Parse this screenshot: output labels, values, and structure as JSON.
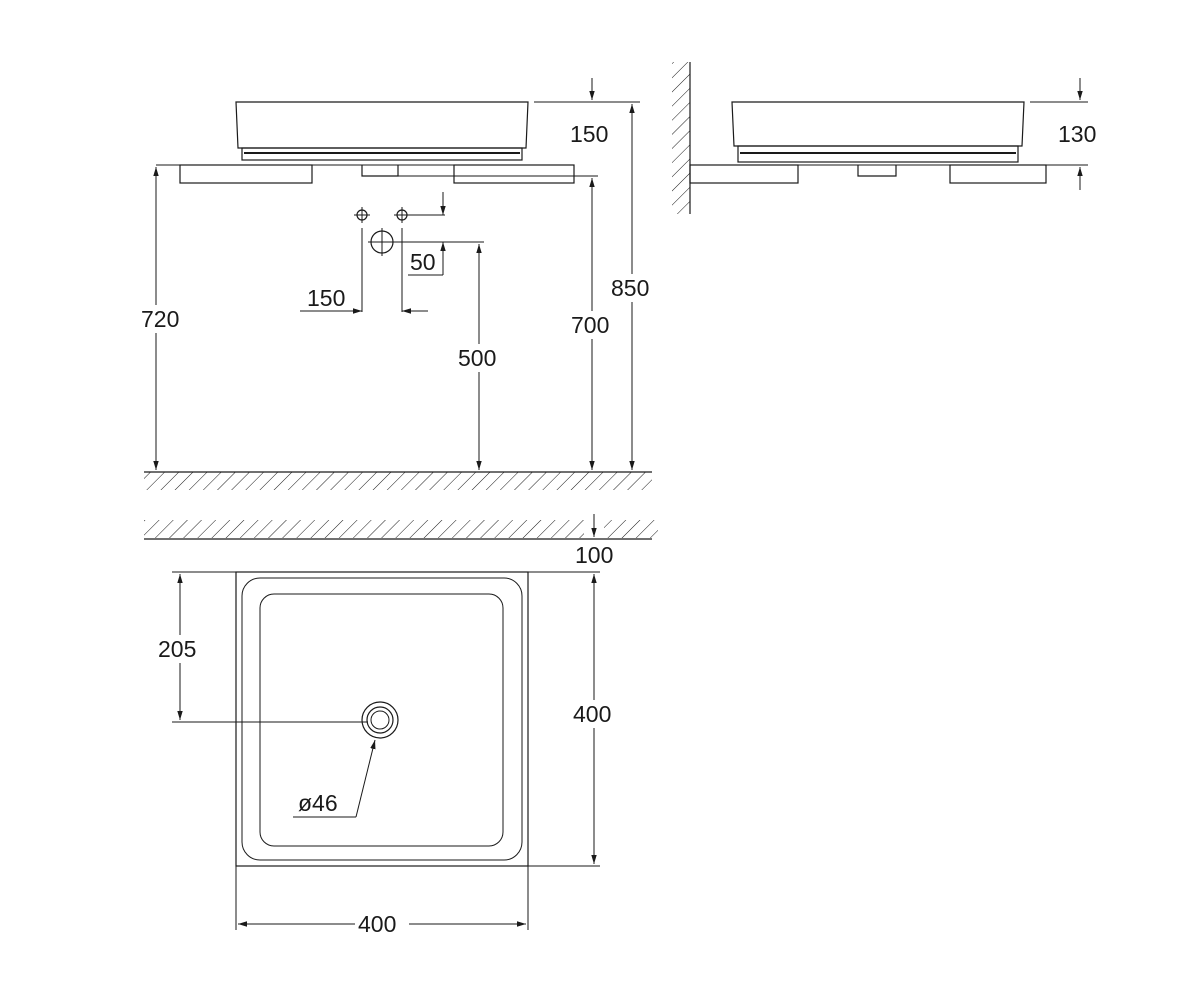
{
  "colors": {
    "line": "#1a1a1a",
    "background": "#ffffff"
  },
  "dimensions": {
    "front_basin_height": "150",
    "side_basin_height": "130",
    "total_height": "850",
    "counter_top_height": "720",
    "counter_bottom_height": "700",
    "waste_outlet_height": "500",
    "tap_spacing": "150",
    "tap_offset": "50",
    "floor_offset": "100",
    "drain_offset": "205",
    "basin_depth": "400",
    "basin_width": "400",
    "drain_diameter": "ø46"
  }
}
